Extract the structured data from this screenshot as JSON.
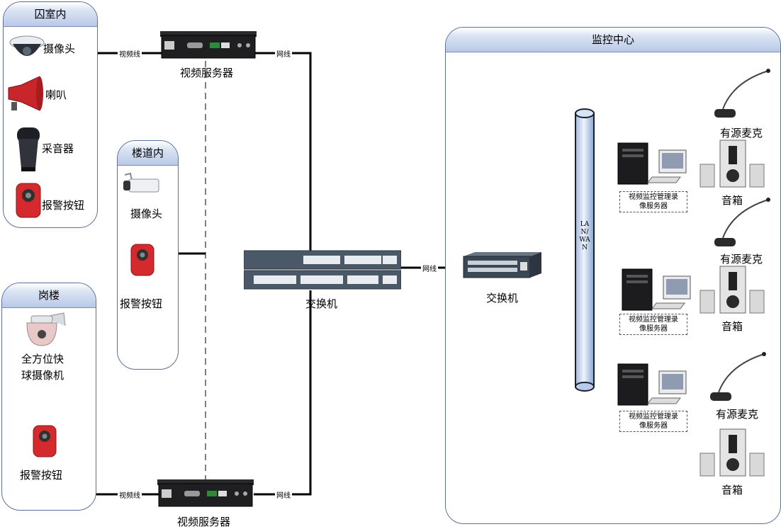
{
  "zones": {
    "cell": {
      "title": "囚室内",
      "camera": "摄像头",
      "speaker": "喇叭",
      "pickup": "采音器",
      "alarm": "报警按钮"
    },
    "corridor": {
      "title": "楼道内",
      "camera": "摄像头",
      "alarm": "报警按钮"
    },
    "tower": {
      "title": "岗楼",
      "ptz": "全方位快\n球摄像机",
      "alarm": "报警按钮"
    },
    "center": {
      "title": "监控中心"
    }
  },
  "devices": {
    "video_server_label": "视频服务器",
    "switch_label": "交换机",
    "backbone_label": "LAN/WAN",
    "workstation_label": "视频监控管理录\n像服务器",
    "mic_label": "有源麦克",
    "speaker_label": "音箱"
  },
  "links": {
    "video_line": "视频线",
    "network_line": "网线"
  },
  "colors": {
    "panel_border": "#5a6f9a",
    "backbone": "#c8dbf4",
    "line": "#000000",
    "bus_link": "#2f3f6f"
  }
}
